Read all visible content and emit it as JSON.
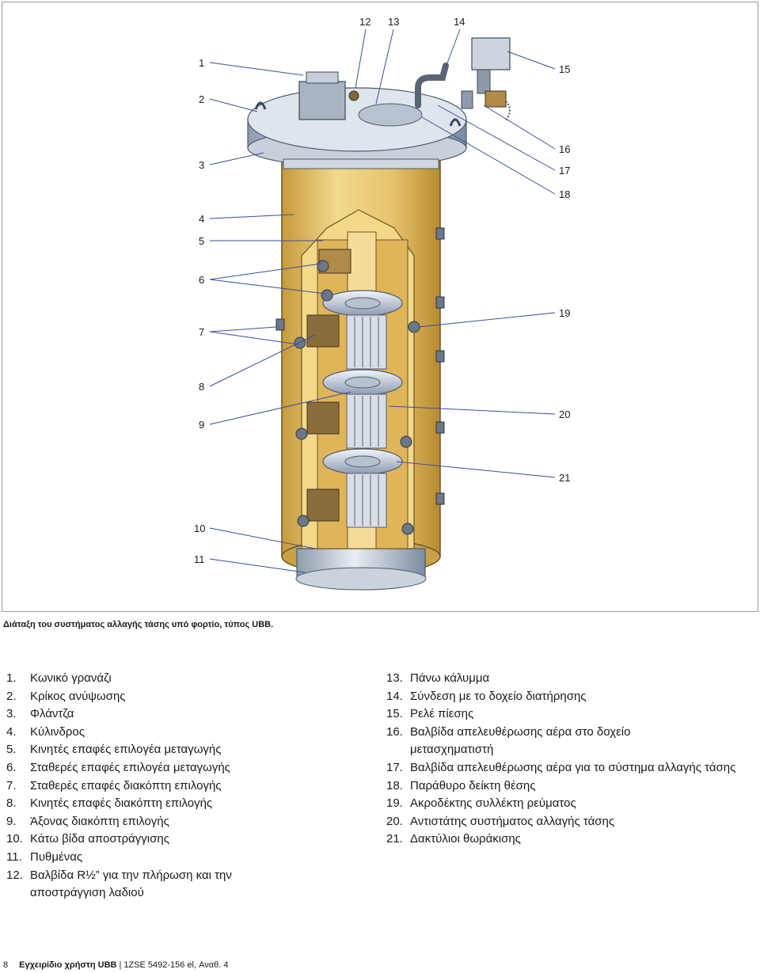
{
  "figure": {
    "callouts": [
      "1",
      "2",
      "3",
      "4",
      "5",
      "6",
      "7",
      "8",
      "9",
      "10",
      "11",
      "12",
      "13",
      "14",
      "15",
      "16",
      "17",
      "18",
      "19",
      "20",
      "21"
    ]
  },
  "caption": "Διάταξη του συστήματος αλλαγής τάσης υπό φορτίο, τύπος UBB.",
  "legend": {
    "left": [
      {
        "num": "1.",
        "text": "Κωνικό γρανάζι"
      },
      {
        "num": "2.",
        "text": "Κρίκος ανύψωσης"
      },
      {
        "num": "3.",
        "text": "Φλάντζα"
      },
      {
        "num": "4.",
        "text": "Κύλινδρος"
      },
      {
        "num": "5.",
        "text": "Κινητές επαφές επιλογέα μεταγωγής"
      },
      {
        "num": "6.",
        "text": "Σταθερές επαφές επιλογέα μεταγωγής"
      },
      {
        "num": "7.",
        "text": "Σταθερές επαφές διακόπτη επιλογής"
      },
      {
        "num": "8.",
        "text": "Κινητές επαφές διακόπτη επιλογής"
      },
      {
        "num": "9.",
        "text": "Άξονας διακόπτη επιλογής"
      },
      {
        "num": "10.",
        "text": "Κάτω βίδα αποστράγγισης"
      },
      {
        "num": "11.",
        "text": "Πυθμένας"
      },
      {
        "num": "12.",
        "text": "Βαλβίδα R½” για την πλήρωση και την αποστράγγιση λαδιού"
      }
    ],
    "right": [
      {
        "num": "13.",
        "text": "Πάνω κάλυμμα"
      },
      {
        "num": "14.",
        "text": "Σύνδεση με το δοχείο διατήρησης"
      },
      {
        "num": "15.",
        "text": "Ρελέ πίεσης"
      },
      {
        "num": "16.",
        "text": "Βαλβίδα απελευθέρωσης αέρα στο δοχείο μετασχηματιστή"
      },
      {
        "num": "17.",
        "text": "Βαλβίδα απελευθέρωσης αέρα για το σύστημα αλλαγής τάσης"
      },
      {
        "num": "18.",
        "text": "Παράθυρο δείκτη θέσης"
      },
      {
        "num": "19.",
        "text": "Ακροδέκτης συλλέκτη ρεύματος"
      },
      {
        "num": "20.",
        "text": "Αντιστάτης συστήματος αλλαγής τάσης"
      },
      {
        "num": "21.",
        "text": "Δακτύλιοι θωράκισης"
      }
    ]
  },
  "footer": {
    "page": "8",
    "title": "Εγχειρίδιο χρήστη UBB",
    "separator": "|",
    "doc_ref": "1ZSE 5492-156 el, Αναθ. 4"
  }
}
